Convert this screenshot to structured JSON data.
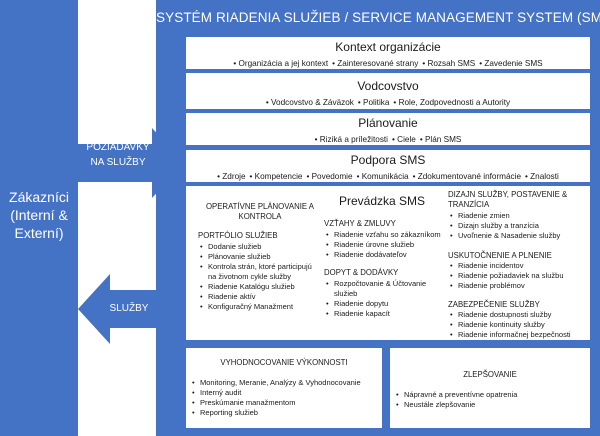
{
  "title": "SYSTÉM RIADENIA SLUŽIEB / SERVICE MANAGEMENT SYSTEM (SMS)",
  "customers": {
    "line1": "Zákazníci",
    "line2": "(Interní &",
    "line3": "Externí)"
  },
  "arrows": {
    "requests_line1": "POŽIADAVKY",
    "requests_line2": "NA SLUŽBY",
    "services": "SLUŽBY"
  },
  "context": {
    "title": "Kontext organizácie",
    "items": [
      "Organizácia a jej kontext",
      "Zainteresované strany",
      "Rozsah SMS",
      "Zavedenie SMS"
    ]
  },
  "leadership": {
    "title": "Vodcovstvo",
    "items": [
      "Vodcovstvo & Záväzok",
      "Politika",
      "Role, Zodpovednosti a Autority"
    ]
  },
  "planning": {
    "title": "Plánovanie",
    "items": [
      "Riziká a príležitosti",
      "Ciele",
      "Plán SMS"
    ]
  },
  "support": {
    "title": "Podpora SMS",
    "items": [
      "Zdroje",
      "Kompetencie",
      "Povedomie",
      "Komunikácia",
      "Zdokumentované informácie",
      "Znalosti"
    ]
  },
  "operation": {
    "title": "Prevádzka SMS",
    "op_planning": "OPERATÍVNE PLÁNOVANIE A KONTROLA",
    "portfolio": {
      "heading": "PORTFÓLIO SLUŽIEB",
      "items": [
        "Dodanie služieb",
        "Plánovanie služieb",
        "Kontrola strán, ktoré participujú na životnom cykle služby",
        "Riadenie Katalógu služieb",
        "Riadenie aktív",
        "Konfiguračný Manažment"
      ]
    },
    "relationships": {
      "heading": "VZŤAHY & ZMLUVY",
      "items": [
        "Riadenie vzťahu so zákazníkom",
        "Riadenie úrovne služieb",
        "Riadenie dodávateľov"
      ]
    },
    "supply": {
      "heading": "DOPYT & DODÁVKY",
      "items": [
        "Rozpočtovanie & Účtovanie služieb",
        "Riadenie dopytu",
        "Riadenie kapacít"
      ]
    },
    "design": {
      "heading": "DIZAJN SLUŽBY, POSTAVENIE & TRANZÍCIA",
      "items": [
        "Riadenie zmien",
        "Dizajn služby a tranzícia",
        "Uvoľnenie & Nasadenie služby"
      ]
    },
    "resolution": {
      "heading": "USKUTOČNENIE A PLNENIE",
      "items": [
        "Riadenie incidentov",
        "Riadenie požiadaviek na službu",
        "Riadenie problémov"
      ]
    },
    "assurance": {
      "heading": "ZABEZPEČENIE SLUŽBY",
      "items": [
        "Riadenie dostupnosti služby",
        "Riadenie kontinuity služby",
        "Riadenie informačnej bezpečnosti"
      ]
    }
  },
  "performance": {
    "title": "VYHODNOCOVANIE VÝKONNOSTI",
    "items": [
      "Monitoring, Meranie, Analýzy & Vyhodnocovanie",
      "Interný audit",
      "Preskúmanie manažmentom",
      "Reporting služieb"
    ]
  },
  "improvement": {
    "title": "ZLEPŠOVANIE",
    "items": [
      "Nápravné a preventívne opatrenia",
      "Neustále zlepšovanie"
    ]
  },
  "colors": {
    "primary_blue": "#4472c4",
    "white": "#ffffff"
  }
}
